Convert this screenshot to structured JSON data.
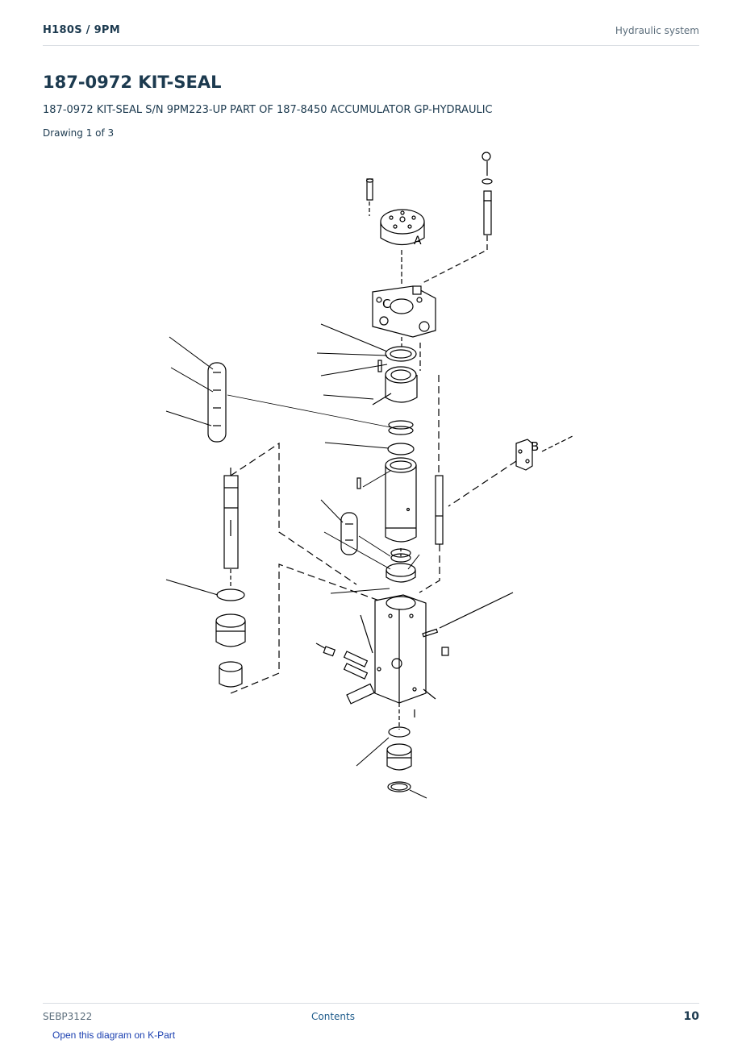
{
  "header": {
    "model": "H180S  /  9PM",
    "section": "Hydraulic system"
  },
  "page": {
    "title": "187-0972 KIT-SEAL",
    "subtitle": "187-0972 KIT-SEAL S/N 9PM223-UP PART OF 187-8450 ACCUMULATOR GP-HYDRAULIC",
    "drawing_label": "Drawing 1 of 3"
  },
  "diagram": {
    "callout_letters": [
      "A",
      "C",
      "B"
    ],
    "line_color": "#000000"
  },
  "footer": {
    "doc_id": "SEBP3122",
    "contents_link": "Contents",
    "page_number": "10",
    "kpart_link": "Open this diagram on K-Part"
  }
}
